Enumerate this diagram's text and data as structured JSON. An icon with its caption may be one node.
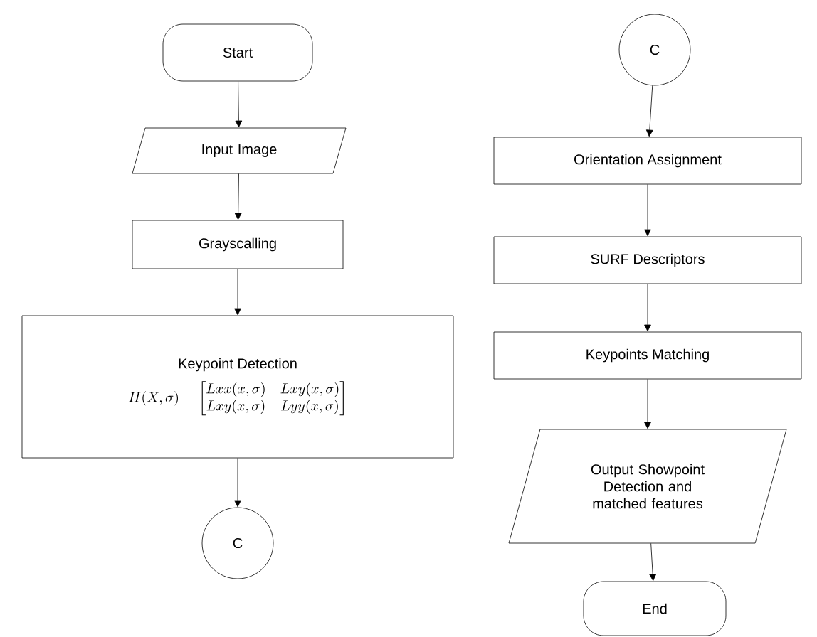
{
  "diagram": {
    "nodes": [
      {
        "text": [
          "Start"
        ]
      },
      {
        "text": [
          "Input Image"
        ]
      },
      {
        "text": [
          "Grayscalling"
        ]
      },
      {
        "text": [
          "Keypoint Detection",
          "H(X,\\sigma) = \\begin{bmatrix} Lxx(x,\\sigma) & Lxy(x,\\sigma) \\\\ Lxy(x,\\sigma) & Lyy(x,\\sigma) \\end{bmatrix}"
        ]
      },
      {
        "text": [
          "C"
        ]
      },
      {
        "text": [
          "C"
        ]
      },
      {
        "text": [
          "Orientation Assignment"
        ]
      },
      {
        "text": [
          "SURF Descriptors"
        ]
      },
      {
        "text": [
          "Keypoints Matching"
        ]
      },
      {
        "text": [
          "Output Showpoint Detection and matched features"
        ]
      },
      {
        "text": [
          "End"
        ]
      }
    ],
    "edges": [
      {
        "from": 0,
        "to": 1,
        "arrow": "to"
      },
      {
        "from": 1,
        "to": 2,
        "arrow": "to"
      },
      {
        "from": 2,
        "to": 3,
        "arrow": "to"
      },
      {
        "from": 3,
        "to": 4,
        "arrow": "to"
      },
      {
        "from": 5,
        "to": 6,
        "arrow": "to"
      },
      {
        "from": 6,
        "to": 7,
        "arrow": "to"
      },
      {
        "from": 7,
        "to": 8,
        "arrow": "to"
      },
      {
        "from": 8,
        "to": 9,
        "arrow": "to"
      },
      {
        "from": 9,
        "to": 10,
        "arrow": "to"
      }
    ]
  }
}
